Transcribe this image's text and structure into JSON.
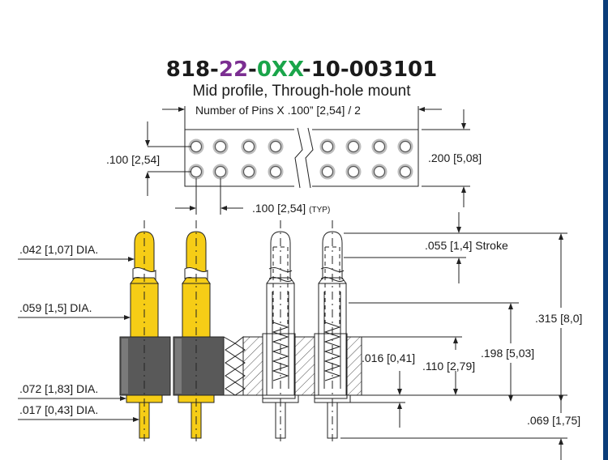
{
  "title": {
    "prefix": "818-",
    "pins": "22",
    "sep1": "-",
    "mid": "0XX",
    "suffix": "-10-003101",
    "pins_color": "#7b2e91",
    "mid_color": "#1aa54a"
  },
  "subtitle": "Mid profile, Through-hole mount",
  "dims": {
    "number_of_pins": "Number of Pins X .100” [2,54] / 2",
    "row_pitch_left": ".100 [2,54]",
    "width_right": ".200 [5,08]",
    "pin_pitch": ".100 [2,54]",
    "pin_pitch_typ": "(TYP)",
    "plunger_dia": ".042 [1,07] DIA.",
    "stroke": ".055 [1,4] Stroke",
    "barrel_dia": ".059 [1,5] DIA.",
    "overall_height": ".315 [8,0]",
    "height_198": ".198 [5,03]",
    "dim_016": ".016 [0,41]",
    "dim_110": ".110 [2,79]",
    "flange_dia": ".072 [1,83] DIA.",
    "tail_dia": ".017 [0,43] DIA.",
    "tail_length": ".069 [1,75]"
  },
  "colors": {
    "gold": "#f6cd16",
    "insulator": "#595959",
    "hole_ring": "#bdbdbd"
  }
}
